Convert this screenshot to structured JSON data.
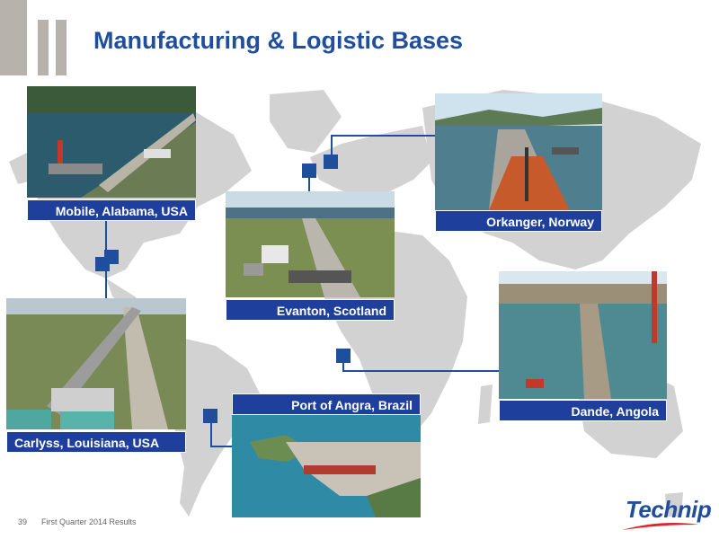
{
  "slide": {
    "title": "Manufacturing & Logistic Bases",
    "page_number": "39",
    "footer_text": "First Quarter 2014 Results",
    "logo_text": "Technip"
  },
  "bases": {
    "mobile": "Mobile, Alabama, USA",
    "orkanger": "Orkanger, Norway",
    "evanton": "Evanton, Scotland",
    "carlyss": "Carlyss, Louisiana, USA",
    "angra": "Port of Angra, Brazil",
    "dande": "Dande, Angola"
  },
  "colors": {
    "brand_blue": "#1f4e9c",
    "caption_blue": "#1f3f9c",
    "map_gray": "#cfcfcf",
    "logo_red": "#d8262b"
  },
  "icons": [
    "world-map",
    "site-marker"
  ]
}
